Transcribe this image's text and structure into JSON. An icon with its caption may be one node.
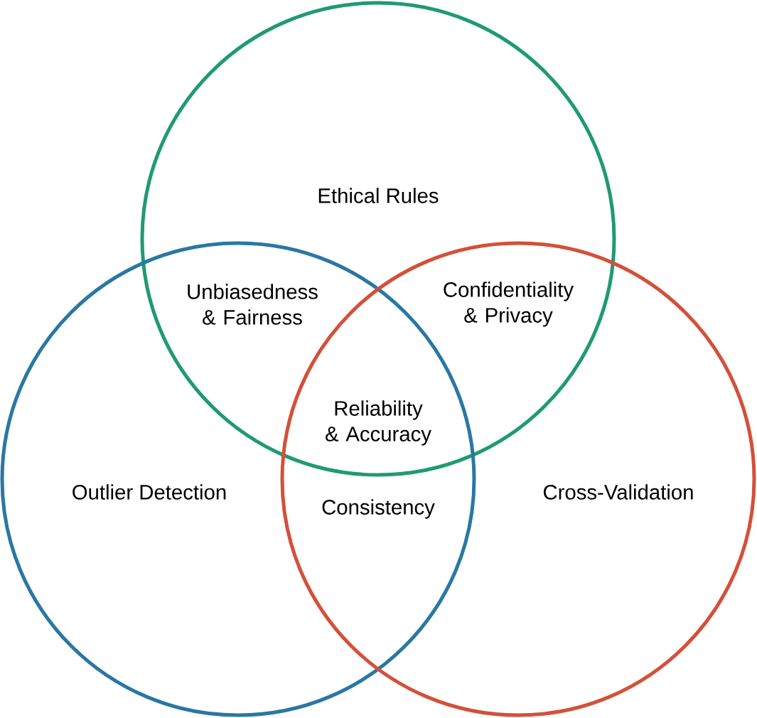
{
  "diagram": {
    "nodes": [
      {
        "text": [
          "Ethical Rules"
        ]
      },
      {
        "text": [
          "Outlier Detection"
        ]
      },
      {
        "text": [
          "Cross-Validation"
        ]
      }
    ],
    "labels": [
      "Unbiasedness & Fairness",
      "Confidentiality & Privacy",
      "Reliability & Accuracy",
      "Consistency"
    ]
  }
}
